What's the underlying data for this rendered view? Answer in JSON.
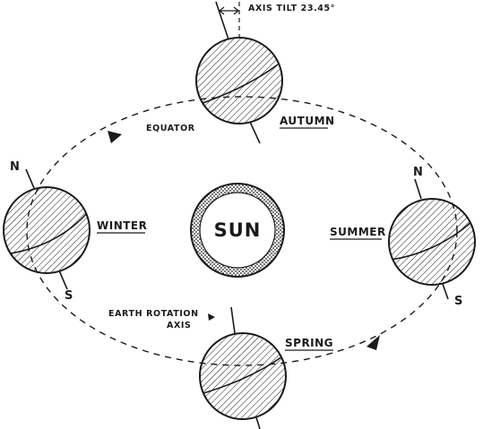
{
  "labels": {
    "axis_tilt": "AXIS TILT 23.45°",
    "autumn": "AUTUMN",
    "equator": "EQUATOR",
    "winter": "WINTER",
    "sun": "SUN",
    "summer": "SUMMER",
    "earth_rotation_axis_line1": "EARTH ROTATION",
    "earth_rotation_axis_line2": "AXIS",
    "spring": "SPRING",
    "north_winter": "N",
    "south_winter": "S",
    "north_summer": "N",
    "south_summer": "S"
  },
  "colors": {
    "ink": "#1a1a1a",
    "paper": "#ffffff"
  }
}
